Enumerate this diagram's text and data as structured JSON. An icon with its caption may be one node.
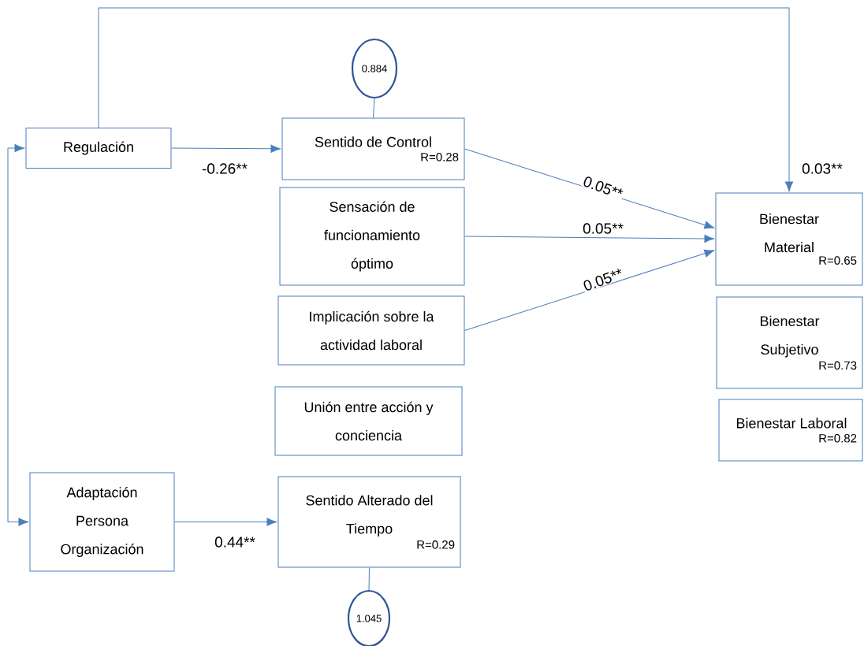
{
  "diagram": {
    "nodes": [
      {
        "text": [
          "0.884"
        ]
      },
      {
        "text": [
          "Regulación"
        ]
      },
      {
        "text": [
          "Sentido de Control",
          "R=0.28"
        ]
      },
      {
        "text": [
          "Sensación de funcionamiento óptimo"
        ]
      },
      {
        "text": [
          "Implicación sobre la actividad laboral"
        ]
      },
      {
        "text": [
          "Unión entre acción y conciencia"
        ]
      },
      {
        "text": [
          "Adaptación Persona Organización"
        ]
      },
      {
        "text": [
          "Sentido Alterado del Tiempo",
          "R=0.29"
        ]
      },
      {
        "text": [
          "1.045"
        ]
      },
      {
        "text": [
          "Bienestar Material",
          "R=0.65"
        ]
      },
      {
        "text": [
          "Bienestar Subjetivo",
          "R=0.73"
        ]
      },
      {
        "text": [
          "Bienestar Laboral",
          "R=0.82"
        ]
      }
    ],
    "edges": [
      {
        "from": 0,
        "to": 2,
        "arrow": "none"
      },
      {
        "from": 1,
        "to": 2,
        "arrow": "to",
        "label": "-0.26**"
      },
      {
        "from": 1,
        "to": 9,
        "arrow": "to",
        "label": "0.03**"
      },
      {
        "from": 2,
        "to": 9,
        "arrow": "to",
        "label": "0.05**"
      },
      {
        "from": 3,
        "to": 9,
        "arrow": "to",
        "label": "0.05**"
      },
      {
        "from": 4,
        "to": 9,
        "arrow": "to",
        "label": "0.05**"
      },
      {
        "from": 1,
        "to": 6,
        "arrow": "both"
      },
      {
        "from": 6,
        "to": 7,
        "arrow": "to",
        "label": "0.44**"
      },
      {
        "from": 7,
        "to": 8,
        "arrow": "none"
      }
    ]
  }
}
